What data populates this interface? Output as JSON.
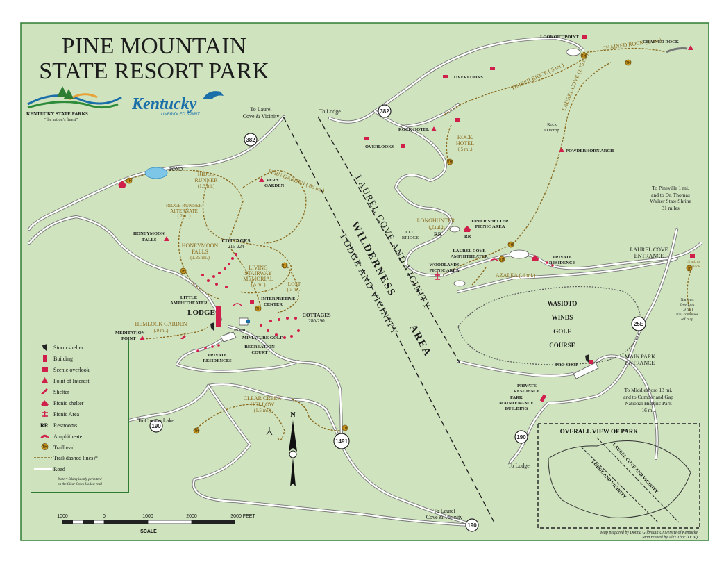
{
  "title": {
    "line1": "PINE MOUNTAIN",
    "line2": "STATE RESORT PARK"
  },
  "logos": {
    "parks_name": "KENTUCKY STATE PARKS",
    "parks_tagline": "“the nation’s finest”",
    "ky_name": "Kentucky",
    "ky_tagline": "UNBRIDLED SPIRIT"
  },
  "colors": {
    "background": "#cfe3bf",
    "road": "#777777",
    "trail": "#8a6a1e",
    "poi": "#d11f4b",
    "border": "#2e7d32"
  },
  "area_labels": {
    "wilderness": "WILDERNESS",
    "area": "AREA",
    "laurel_cove": "LAUREL COVE AND VICINITY",
    "lodge": "LODGE AND VICINITY"
  },
  "places": {
    "lookout_point": "LOOKOUT POINT",
    "chained_rock": "CHAINED ROCK",
    "overlooks_1": "OVERLOOKS",
    "overlooks_2": "OVERLOOKS",
    "rock_hotel": "ROCK HOTEL",
    "rock_outcrop_1": "Rock",
    "rock_outcrop_2": "Outcrop",
    "powderhorn_arch": "POWDERHORN ARCH",
    "to_lodge_top": "To Lodge",
    "to_laurel_top_1": "To Laurel",
    "to_laurel_top_2": "Cove & Vicinity",
    "pond": "POND",
    "fern_garden_1": "FERN",
    "fern_garden_2": "GARDEN",
    "honeymoon_falls_1": "HONEYMOON",
    "honeymoon_falls_2": "FALLS",
    "cottages_1": "COTTAGES",
    "cottages_1_range": "215-224",
    "cottages_2": "COTTAGES",
    "cottages_2_range": "280-290",
    "little_amph_1": "LITTLE",
    "little_amph_2": "AMPHITHEATER",
    "lodge": "LODGE",
    "interpretive_1": "INTERPRETIVE",
    "interpretive_2": "CENTER",
    "pool": "POOL",
    "mini_golf": "MINIATURE GOLF",
    "rec_court_1": "RECREATION",
    "rec_court_2": "COURT",
    "meditation_1": "MEDITATION",
    "meditation_2": "POINT",
    "private_res_1a": "PRIVATE",
    "private_res_1b": "RESIDENCES",
    "to_chenoa": "To Chenoa Lake",
    "to_laurel_bottom_1": "To Laurel",
    "to_laurel_bottom_2": "Cove & Vicinity",
    "ccc_bridge_1": "CCC",
    "ccc_bridge_2": "BRIDGE",
    "rr": "RR",
    "upper_shelter_1": "UPPER SHELTER",
    "upper_shelter_2": "PICNIC AREA",
    "woodlands_1": "WOODLANDS",
    "woodlands_2": "PICNIC AREA",
    "laurel_amph_1": "LAUREL COVE",
    "laurel_amph_2": "AMPHITHEATER",
    "private_res_2a": "PRIVATE",
    "private_res_2b": "RESIDENCE",
    "laurel_entrance_1": "LAUREL COVE",
    "laurel_entrance_2": "ENTRANCE",
    "pineville_1": "To Pineville 1 mi.",
    "pineville_2": "and to Dr. Thomas",
    "pineville_3": "Walker State Shrine",
    "pineville_4": "31 miles",
    "golf_1": "WASIOTO",
    "golf_2": "WINDS",
    "golf_3": "GOLF",
    "golf_4": "COURSE",
    "pro_shop": "PRO SHOP",
    "main_entrance_1": "MAIN PARK",
    "main_entrance_2": "ENTRANCE",
    "maint_1": "PRIVATE",
    "maint_2": "RESIDENCE",
    "maint_3": "PARK",
    "maint_4": "MAINTENANCE",
    "maint_5": "BUILDING",
    "middlesboro_1": "To Middlesboro 13 mi.",
    "middlesboro_2": "and to Cumberland Gap",
    "middlesboro_3": "National Historic Park",
    "middlesboro_4": "16 mi.",
    "to_lodge_bottom": "To Lodge",
    "overlook_note_1": ".5 mi. to",
    "overlook_note_2": "overlook",
    "narrows_1": "Narrows",
    "narrows_2": "Overlook",
    "narrows_3": "(.9 mi.)",
    "narrows_4": "trail continues",
    "narrows_5": "off map"
  },
  "trails": {
    "ridge_runner_1": "RIDGE",
    "ridge_runner_2": "RUNNER",
    "ridge_runner_3": "(1.3 mi.)",
    "fern_garden": "FERN GARDEN (.85 mi.)",
    "rr_alt_1": "RIDGE RUNNER",
    "rr_alt_2": "ALTERNATE",
    "rr_alt_3": "(.2mi.)",
    "honeymoon_1": "HONEYMOON",
    "honeymoon_2": "FALLS",
    "honeymoon_3": "(1.25 mi.)",
    "living_1": "LIVING",
    "living_2": "STAIRWAY",
    "living_3": "MEMORIAL",
    "living_4": "(.5 mi.)",
    "lost_1": "LOST",
    "lost_2": "(.5 mi.)",
    "hemlock_1": "HEMLOCK GARDEN",
    "hemlock_2": "(.9 mi.)",
    "clear_creek_1": "CLEAR CREEK",
    "clear_creek_2": "HOLLOW",
    "clear_creek_3": "(1.5 mi.)",
    "timber_ridge": "TIMBER RIDGE (.5 mi.)",
    "chained_rock": "CHAINED ROCK (.5 mi.)",
    "laurel_cove": "LAUREL COVE (1.75 mi.)",
    "rock_hotel_1": "ROCK",
    "rock_hotel_2": "HOTEL",
    "rock_hotel_3": "(.5 mi.)",
    "longhunter_1": "LONGHUNTER",
    "longhunter_2": "(.2 mi.)",
    "azalea": "AZALEA (.4 mi.)"
  },
  "roads": {
    "r382a": "382",
    "r382b": "382",
    "r190a": "190",
    "r190b": "190",
    "r190c": "190",
    "r1491": "1491",
    "r25e": "25E"
  },
  "trailhead_label": "TH",
  "legend": {
    "items": [
      {
        "icon": "storm-shelter-icon",
        "label": "Storm shelter"
      },
      {
        "icon": "building-icon",
        "label": "Building"
      },
      {
        "icon": "scenic-overlook-icon",
        "label": "Scenic overlook"
      },
      {
        "icon": "point-of-interest-icon",
        "label": "Point of Interest"
      },
      {
        "icon": "shelter-icon",
        "label": "Shelter"
      },
      {
        "icon": "picnic-shelter-icon",
        "label": "Picnic shelter"
      },
      {
        "icon": "picnic-area-icon",
        "label": "Picnic Area"
      },
      {
        "icon": "restrooms-icon",
        "label": "Restrooms"
      },
      {
        "icon": "amphitheater-icon",
        "label": "Amphitheater"
      },
      {
        "icon": "trailhead-icon",
        "label": "Trailhead"
      },
      {
        "icon": "trail-icon",
        "label": "Trail(dashed lines)*"
      },
      {
        "icon": "road-icon",
        "label": "Road"
      }
    ],
    "note_1": "Note:* Biking is only permitted",
    "note_2": "on the Clear Creek Hollow trail",
    "rr_glyph": "RR"
  },
  "scale": {
    "labels": [
      "1000",
      "0",
      "1000",
      "2000",
      "3000 FEET"
    ],
    "title": "SCALE"
  },
  "north": "N",
  "inset": {
    "title": "OVERALL VIEW OF PARK",
    "laurel": "LAUREL COVE AND VICINITY",
    "lodge": "LODGE AND VICINITY"
  },
  "credits": {
    "line1": "Map prepared by Donna Gilbreath University of Kentucky",
    "line2": "Map revised by Alex Thor (DOP)"
  }
}
